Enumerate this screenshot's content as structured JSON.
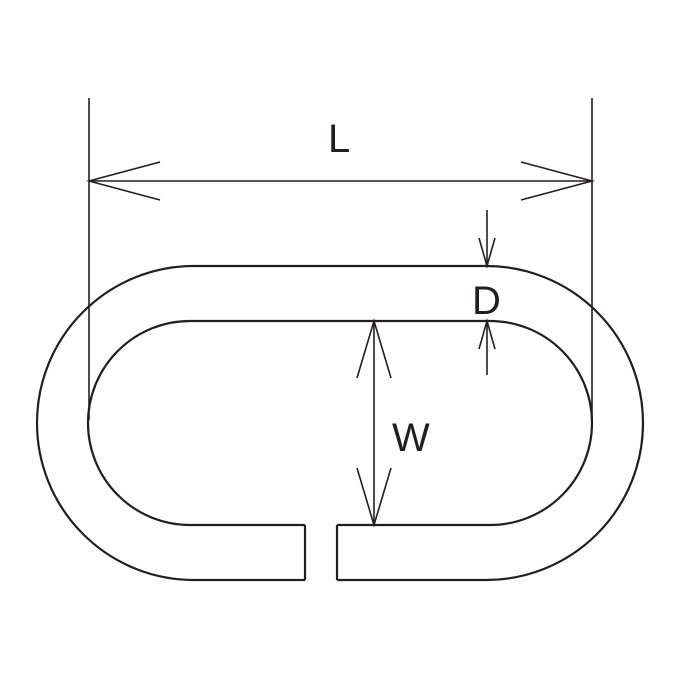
{
  "labels": {
    "length": "L",
    "diameter": "D",
    "width": "W"
  },
  "colors": {
    "line": "#231f20",
    "background": "#ffffff"
  }
}
